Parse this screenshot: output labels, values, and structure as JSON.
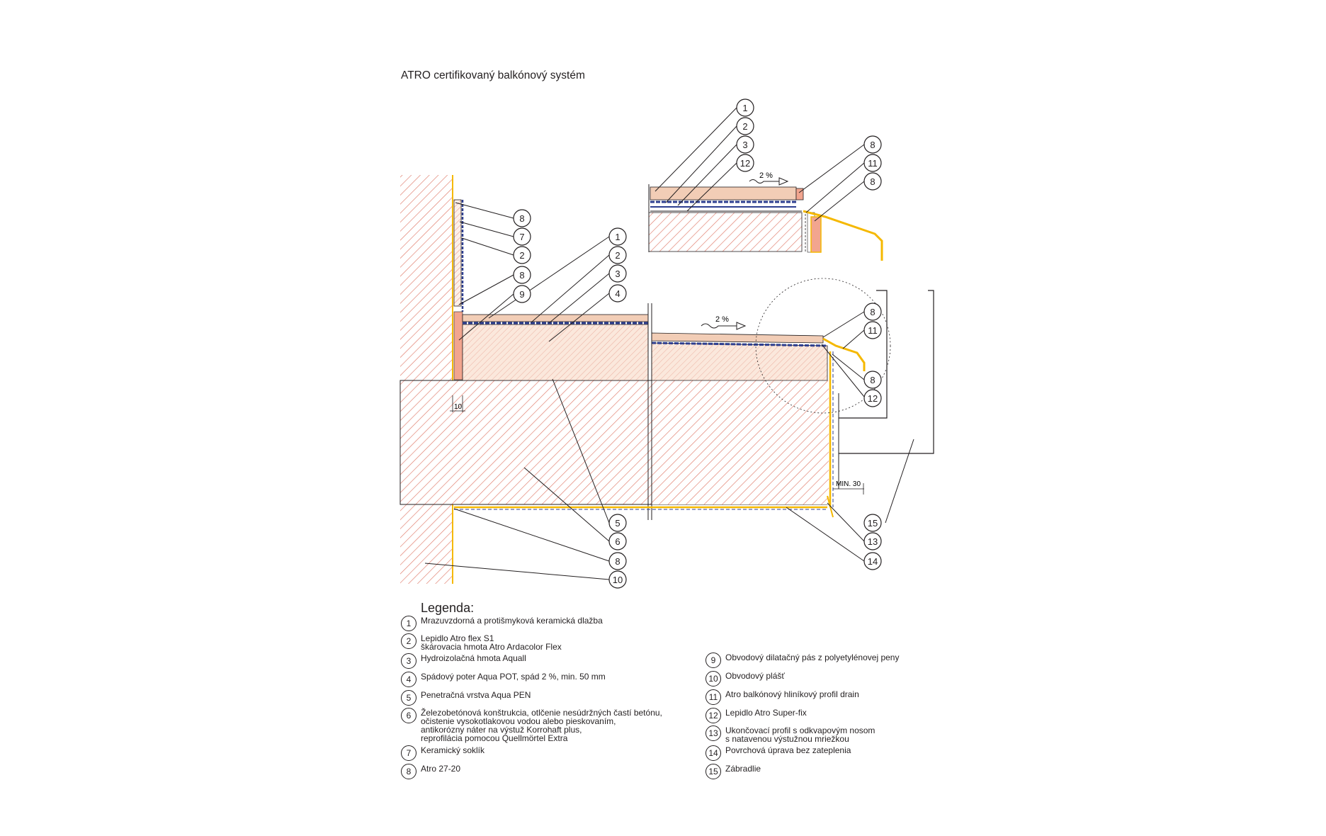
{
  "title": "ATRO certifikovaný balkónový systém",
  "slope_label": "2 %",
  "dim_10": "10",
  "dim_min30": "MIN. 30",
  "legend": {
    "heading": "Legenda:",
    "left": [
      {
        "num": "1",
        "lines": [
          "Mrazuvzdorná a protišmyková keramická dlažba"
        ]
      },
      {
        "num": "2",
        "lines": [
          "Lepidlo Atro flex S1",
          "škárovacia hmota Atro Ardacolor Flex"
        ]
      },
      {
        "num": "3",
        "lines": [
          "Hydroizolačná hmota Aquall"
        ]
      },
      {
        "num": "4",
        "lines": [
          "Spádový poter Aqua POT, spád 2 %, min. 50 mm"
        ]
      },
      {
        "num": "5",
        "lines": [
          "Penetračná vrstva Aqua PEN"
        ]
      },
      {
        "num": "6",
        "lines": [
          "Železobetónová konštrukcia, otlčenie nesúdržných častí betónu,",
          "očistenie vysokotlakovou vodou alebo pieskovaním,",
          "antikorózny náter na výstuž Korrohaft plus,",
          "reprofilácia pomocou Quellmörtel Extra"
        ]
      },
      {
        "num": "7",
        "lines": [
          "Keramický soklík"
        ]
      },
      {
        "num": "8",
        "lines": [
          "Atro 27-20"
        ]
      }
    ],
    "right": [
      {
        "num": "9",
        "lines": [
          "Obvodový dilatačný pás z polyetylénovej peny"
        ]
      },
      {
        "num": "10",
        "lines": [
          "Obvodový plášť"
        ]
      },
      {
        "num": "11",
        "lines": [
          "Atro balkónový hliníkový profil drain"
        ]
      },
      {
        "num": "12",
        "lines": [
          "Lepidlo Atro Super-fix"
        ]
      },
      {
        "num": "13",
        "lines": [
          "Ukončovací profil s odkvapovým nosom",
          "s natavenou výstužnou mriežkou"
        ]
      },
      {
        "num": "14",
        "lines": [
          "Povrchová úprava bez zateplenia"
        ]
      },
      {
        "num": "15",
        "lines": [
          "Zábradlie"
        ]
      }
    ]
  },
  "callouts": {
    "top": [
      "1",
      "2",
      "3",
      "12",
      "8",
      "11",
      "8"
    ],
    "wall": [
      "8",
      "7",
      "2",
      "8",
      "9"
    ],
    "mid": [
      "1",
      "2",
      "3",
      "4"
    ],
    "edge": [
      "8",
      "11",
      "8",
      "12"
    ],
    "bottom": [
      "5",
      "6",
      "8",
      "10",
      "15",
      "13",
      "14"
    ]
  },
  "colors": {
    "hatch": "#e07b6a",
    "tile": "#f2cdb6",
    "screed": "#f7e3d8",
    "membrane": "#2d3e8f",
    "profile": "#f5b800",
    "line": "#231f20"
  }
}
